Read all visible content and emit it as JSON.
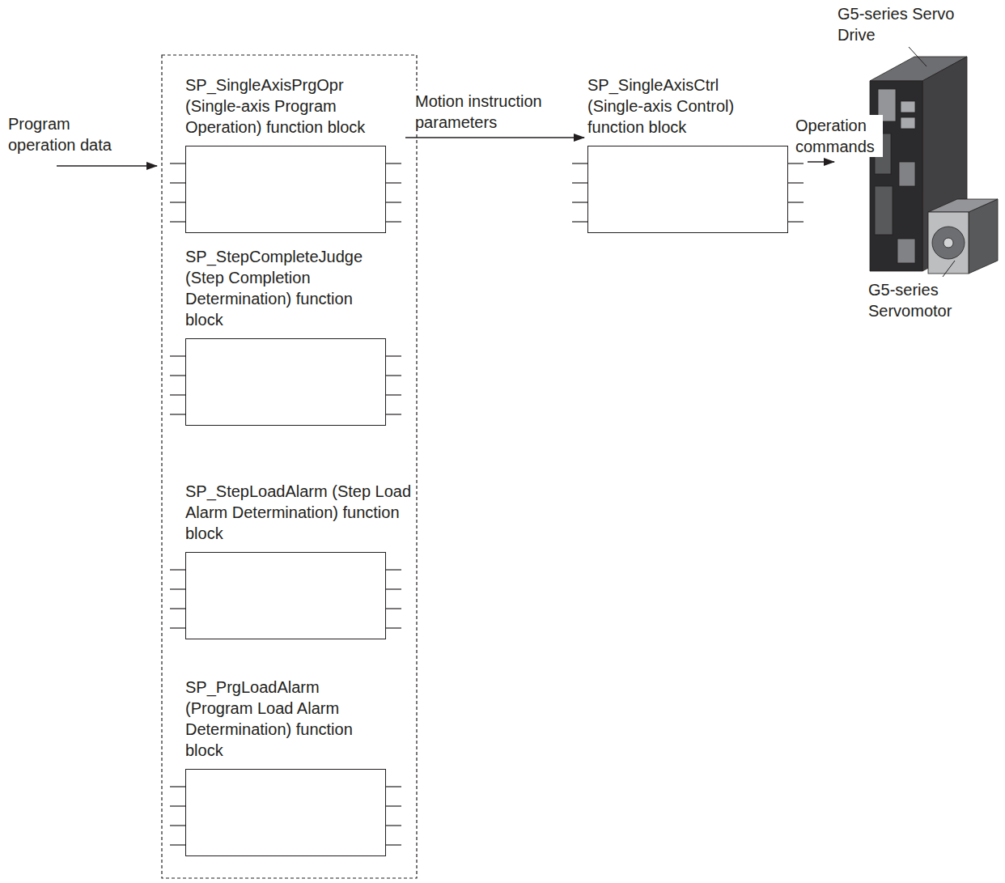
{
  "diagram": {
    "nodes": [
      {
        "text": [
          "SP_SingleAxisPrgOpr (Single-axis Program Operation) function block"
        ]
      },
      {
        "text": [
          "SP_StepCompleteJudge (Step Completion Determination) function block"
        ]
      },
      {
        "text": [
          "SP_StepLoadAlarm (Step Load Alarm Determination) function block"
        ]
      },
      {
        "text": [
          "SP_PrgLoadAlarm (Program Load Alarm Determination) function block"
        ]
      },
      {
        "text": [
          "SP_SingleAxisCtrl (Single-axis Control) function block"
        ]
      },
      {
        "text": [
          "G5-series Servo Drive",
          "G5-series Servomotor"
        ]
      }
    ],
    "edges": [
      {
        "from": 0,
        "to": 4,
        "arrow": "to",
        "label": "Motion instruction parameters"
      },
      {
        "from": 4,
        "to": 5,
        "arrow": "to",
        "label": "Operation commands"
      }
    ],
    "labels": [
      "Program operation data"
    ]
  }
}
